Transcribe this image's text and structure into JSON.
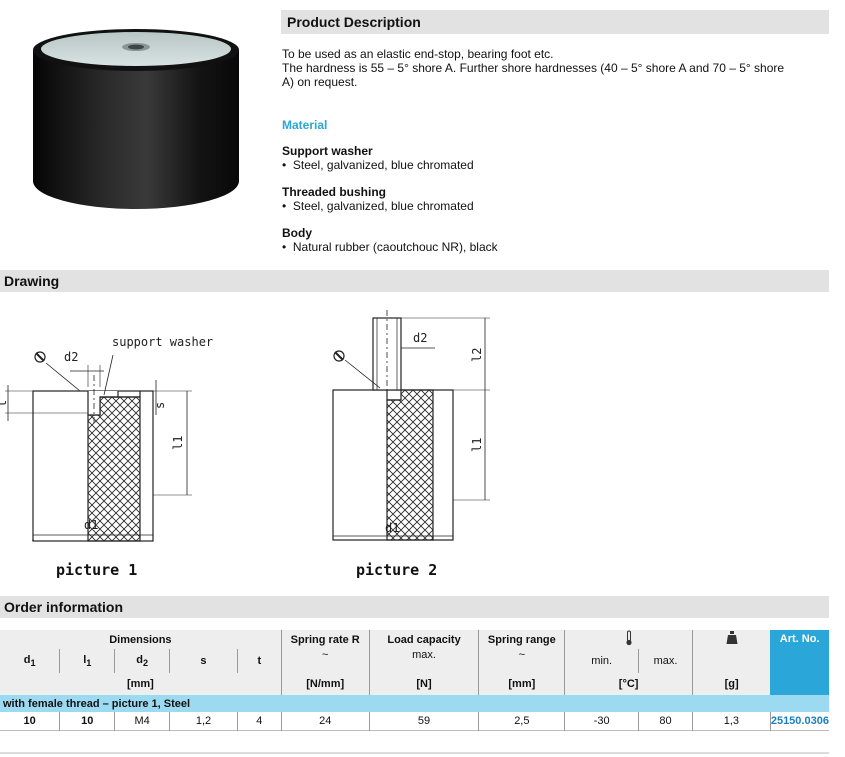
{
  "product_description": {
    "heading": "Product Description",
    "line1": "To be used as an elastic end-stop, bearing foot etc.",
    "line2": "The hardness is 55 – 5° shore A. Further shore hardnesses (40 – 5° shore A and 70 – 5° shore",
    "line3": "A) on request."
  },
  "material": {
    "heading": "Material",
    "sections": [
      {
        "title": "Support washer",
        "item": "Steel, galvanized, blue chromated"
      },
      {
        "title": "Threaded bushing",
        "item": "Steel, galvanized, blue chromated"
      },
      {
        "title": "Body",
        "item": "Natural rubber (caoutchouc NR), black"
      }
    ]
  },
  "drawing": {
    "heading": "Drawing",
    "picture1": {
      "caption": "picture 1",
      "support_label": "support washer",
      "d2": "d2",
      "d1": "d1",
      "l1": "l1",
      "s": "s",
      "t": "t"
    },
    "picture2": {
      "caption": "picture 2",
      "d2": "d2",
      "d1": "d1",
      "l1": "l1",
      "l2": "l2"
    }
  },
  "order": {
    "heading": "Order information",
    "headers": {
      "dimensions": "Dimensions",
      "d1": "d1",
      "l1": "l1",
      "d2": "d2",
      "s": "s",
      "t": "t",
      "mm": "[mm]",
      "spring_rate": "Spring rate R",
      "spring_rate_sym": "~",
      "spring_rate_unit": "[N/mm]",
      "load": "Load capacity",
      "load_max": "max.",
      "load_unit": "[N]",
      "spring_range": "Spring range",
      "spring_range_sym": "~",
      "spring_range_unit": "[mm]",
      "temp_min": "min.",
      "temp_max": "max.",
      "temp_unit": "[°C]",
      "weight_unit": "[g]",
      "art_no": "Art. No."
    },
    "group_label": "with female thread – picture 1, Steel",
    "row": {
      "d1": "10",
      "l1": "10",
      "d2": "M4",
      "s": "1,2",
      "t": "4",
      "spring_rate": "24",
      "load": "59",
      "spring_range": "2,5",
      "temp_min": "-30",
      "temp_max": "80",
      "weight": "1,3",
      "art_no": "25150.0306"
    },
    "colors": {
      "header_blue": "#2aa7d8",
      "group_bg": "#9cdaf2",
      "art_no_text": "#1a7fc0"
    }
  },
  "icons": {
    "thermometer": "thermometer-icon",
    "weight": "weight-icon"
  }
}
